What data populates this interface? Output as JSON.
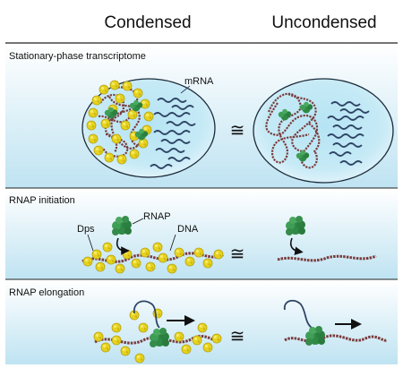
{
  "columns": {
    "left": "Condensed",
    "right": "Uncondensed"
  },
  "panels": [
    {
      "title": "Stationary-phase transcriptome",
      "labels": {
        "mrna": "mRNA",
        "relation": "≅"
      }
    },
    {
      "title": "RNAP initiation",
      "labels": {
        "dps": "Dps",
        "rnap": "RNAP",
        "dna": "DNA",
        "relation": "≅"
      }
    },
    {
      "title": "RNAP elongation",
      "labels": {
        "relation": "≅"
      }
    }
  ],
  "colors": {
    "panel_bg_top": "#ffffff",
    "panel_bg_bottom": "#bfe3f2",
    "cell_fill": "#d7eef8",
    "cell_inner": "#a9dcef",
    "dna": "#7a3b3b",
    "mrna": "#2f4566",
    "dps": "#e6d21e",
    "rnap": "#2f8a45"
  },
  "icons": [
    "mrna-strand-icon",
    "dna-strand-icon",
    "dps-protein-icon",
    "rnap-enzyme-icon",
    "arrow-icon"
  ]
}
